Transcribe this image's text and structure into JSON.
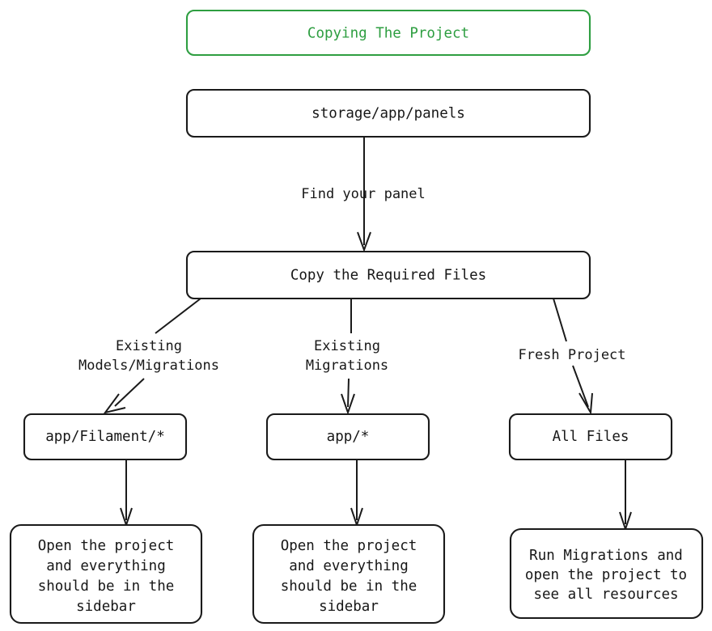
{
  "diagram": {
    "type": "flowchart",
    "direction": "top-down",
    "background_color": "#ffffff",
    "default_node_border_color": "#1a1a1a",
    "default_text_color": "#171717",
    "accent_color": "#2e9e41",
    "title_node": {
      "id": "title",
      "label": "Copying The Project",
      "border_color": "#2e9e41",
      "text_color": "#2e9e41"
    },
    "nodes": [
      {
        "id": "storage",
        "label": "storage/app/panels",
        "lines": [
          "storage/app/panels"
        ]
      },
      {
        "id": "copy_files",
        "label": "Copy the Required Files",
        "lines": [
          "Copy the Required Files"
        ]
      },
      {
        "id": "filament",
        "label": "app/Filament/*",
        "lines": [
          "app/Filament/*"
        ]
      },
      {
        "id": "app_all",
        "label": "app/*",
        "lines": [
          "app/*"
        ]
      },
      {
        "id": "all_files",
        "label": "All Files",
        "lines": [
          "All Files"
        ]
      },
      {
        "id": "result_left",
        "label": "Open the project and everything should be in the sidebar",
        "lines": [
          "Open the project",
          "and everything",
          "should be in the",
          "sidebar"
        ]
      },
      {
        "id": "result_mid",
        "label": "Open the project and everything should be in the sidebar",
        "lines": [
          "Open the project",
          "and everything",
          "should be in the",
          "sidebar"
        ]
      },
      {
        "id": "result_right",
        "label": "Run Migrations and open the project to see all resources",
        "lines": [
          "Run Migrations and",
          "open the project to",
          "see all resources"
        ]
      }
    ],
    "edges": [
      {
        "id": "e1",
        "from": "storage",
        "to": "copy_files",
        "label": "Find your panel",
        "label_lines": [
          "Find your panel"
        ]
      },
      {
        "id": "e2",
        "from": "copy_files",
        "to": "filament",
        "label": "Existing Models/Migrations",
        "label_lines": [
          "Existing",
          "Models/Migrations"
        ]
      },
      {
        "id": "e3",
        "from": "copy_files",
        "to": "app_all",
        "label": "Existing Migrations",
        "label_lines": [
          "Existing",
          "Migrations"
        ]
      },
      {
        "id": "e4",
        "from": "copy_files",
        "to": "all_files",
        "label": "Fresh Project",
        "label_lines": [
          "Fresh Project"
        ]
      },
      {
        "id": "e5",
        "from": "filament",
        "to": "result_left",
        "label": "",
        "label_lines": []
      },
      {
        "id": "e6",
        "from": "app_all",
        "to": "result_mid",
        "label": "",
        "label_lines": []
      },
      {
        "id": "e7",
        "from": "all_files",
        "to": "result_right",
        "label": "",
        "label_lines": []
      }
    ]
  }
}
